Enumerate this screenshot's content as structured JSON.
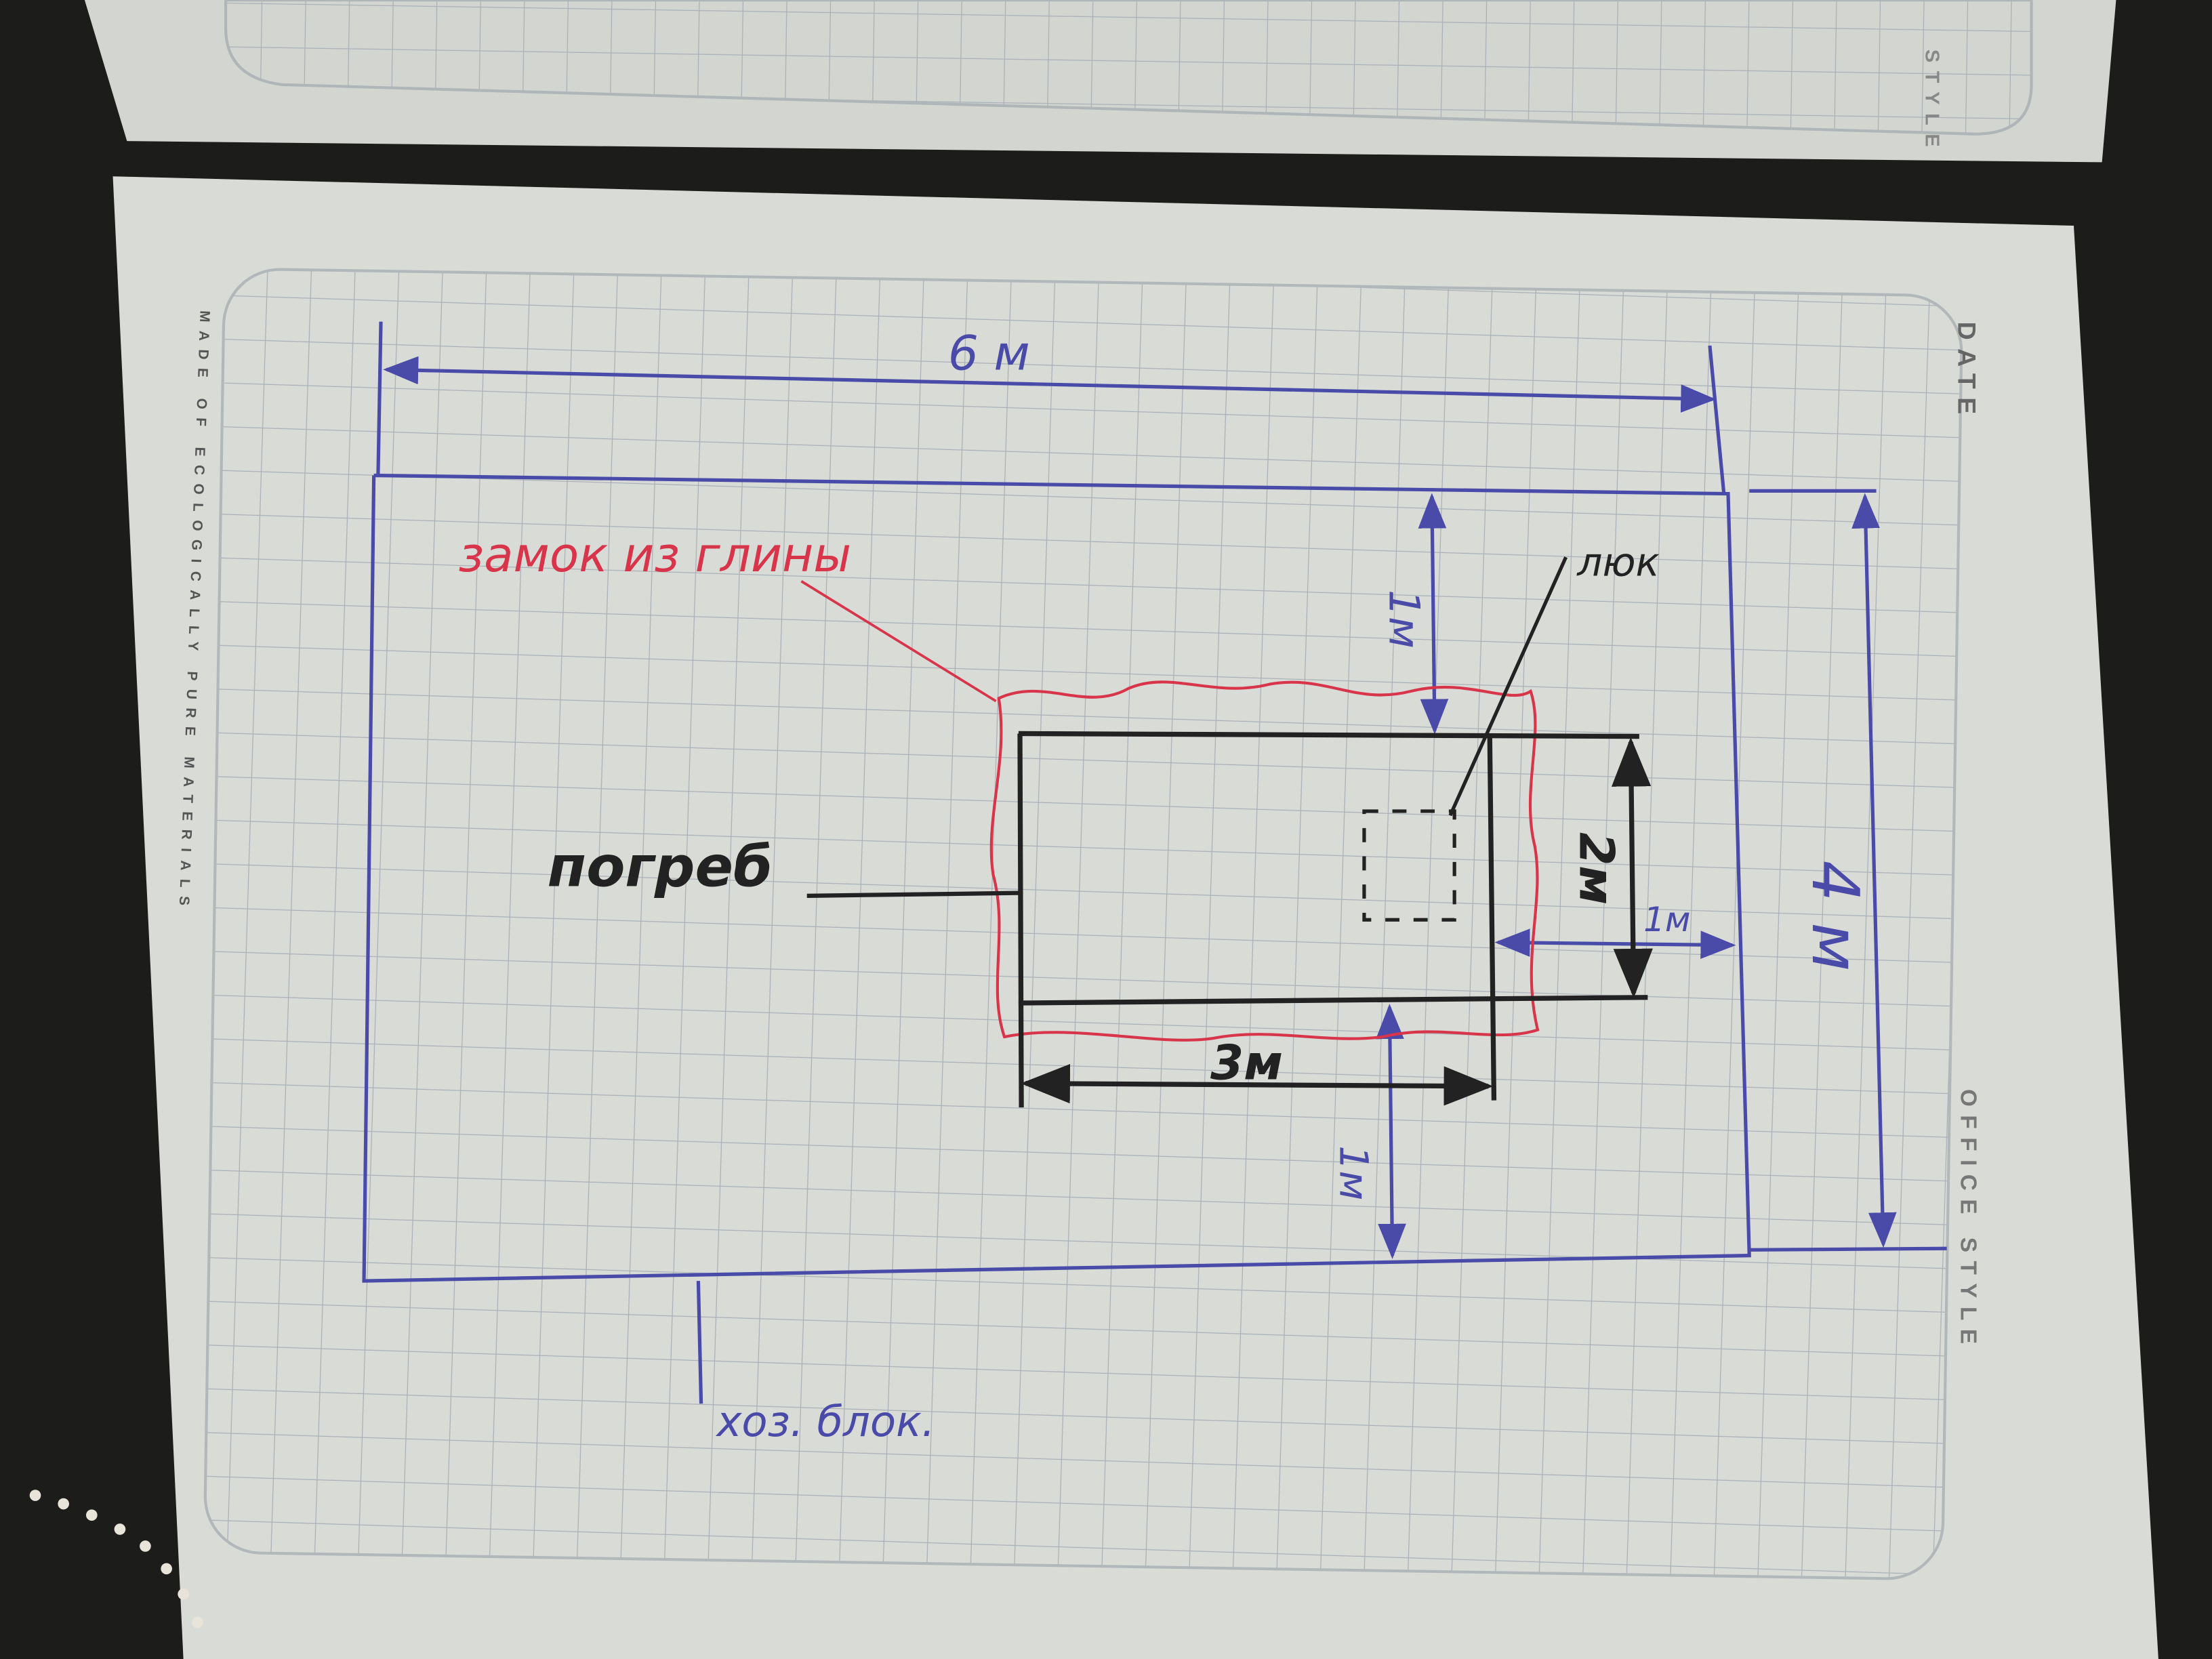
{
  "notebook": {
    "side_print": "MADE OF ECOLOGICALLY PURE MATERIALS",
    "date_label": "DATE",
    "brand_label": "OFFICE STYLE",
    "top_page_brand": "STYLE"
  },
  "drawing": {
    "total_width_label": "6 м",
    "total_height_label": "4 м",
    "clay_lock_label": "замок из глины",
    "hatch_label": "люк",
    "cellar_label": "погреб",
    "cellar_width_label": "3м",
    "cellar_height_label": "2м",
    "top_offset_label": "1м",
    "right_offset_label": "1м",
    "bottom_offset_label": "1м",
    "shed_label": "хоз. блок."
  },
  "colors": {
    "blue_ink": "#4a4aa8",
    "black_ink": "#222222",
    "red_ink": "#d8344a",
    "paper": "#d9dbd7",
    "grid": "#a9b0b6"
  }
}
